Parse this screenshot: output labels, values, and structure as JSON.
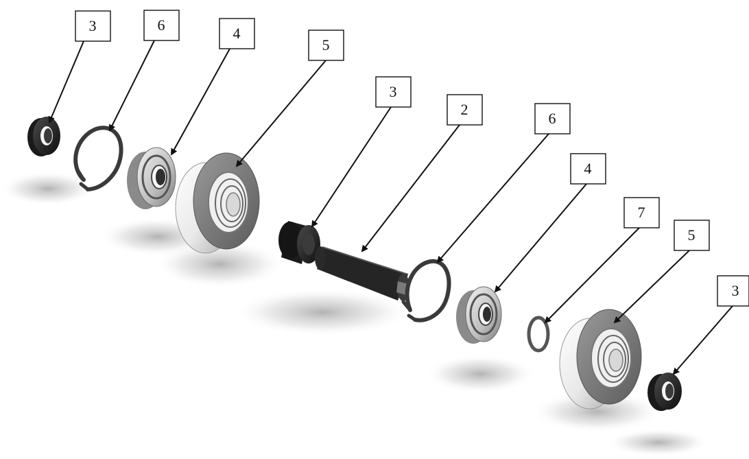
{
  "diagram": {
    "labels": [
      {
        "id": "l1",
        "text": "3"
      },
      {
        "id": "l2",
        "text": "6"
      },
      {
        "id": "l3",
        "text": "4"
      },
      {
        "id": "l4",
        "text": "5"
      },
      {
        "id": "l5",
        "text": "3"
      },
      {
        "id": "l6",
        "text": "2"
      },
      {
        "id": "l7",
        "text": "6"
      },
      {
        "id": "l8",
        "text": "4"
      },
      {
        "id": "l9",
        "text": "7"
      },
      {
        "id": "l10",
        "text": "5"
      },
      {
        "id": "l11",
        "text": "3"
      }
    ]
  }
}
